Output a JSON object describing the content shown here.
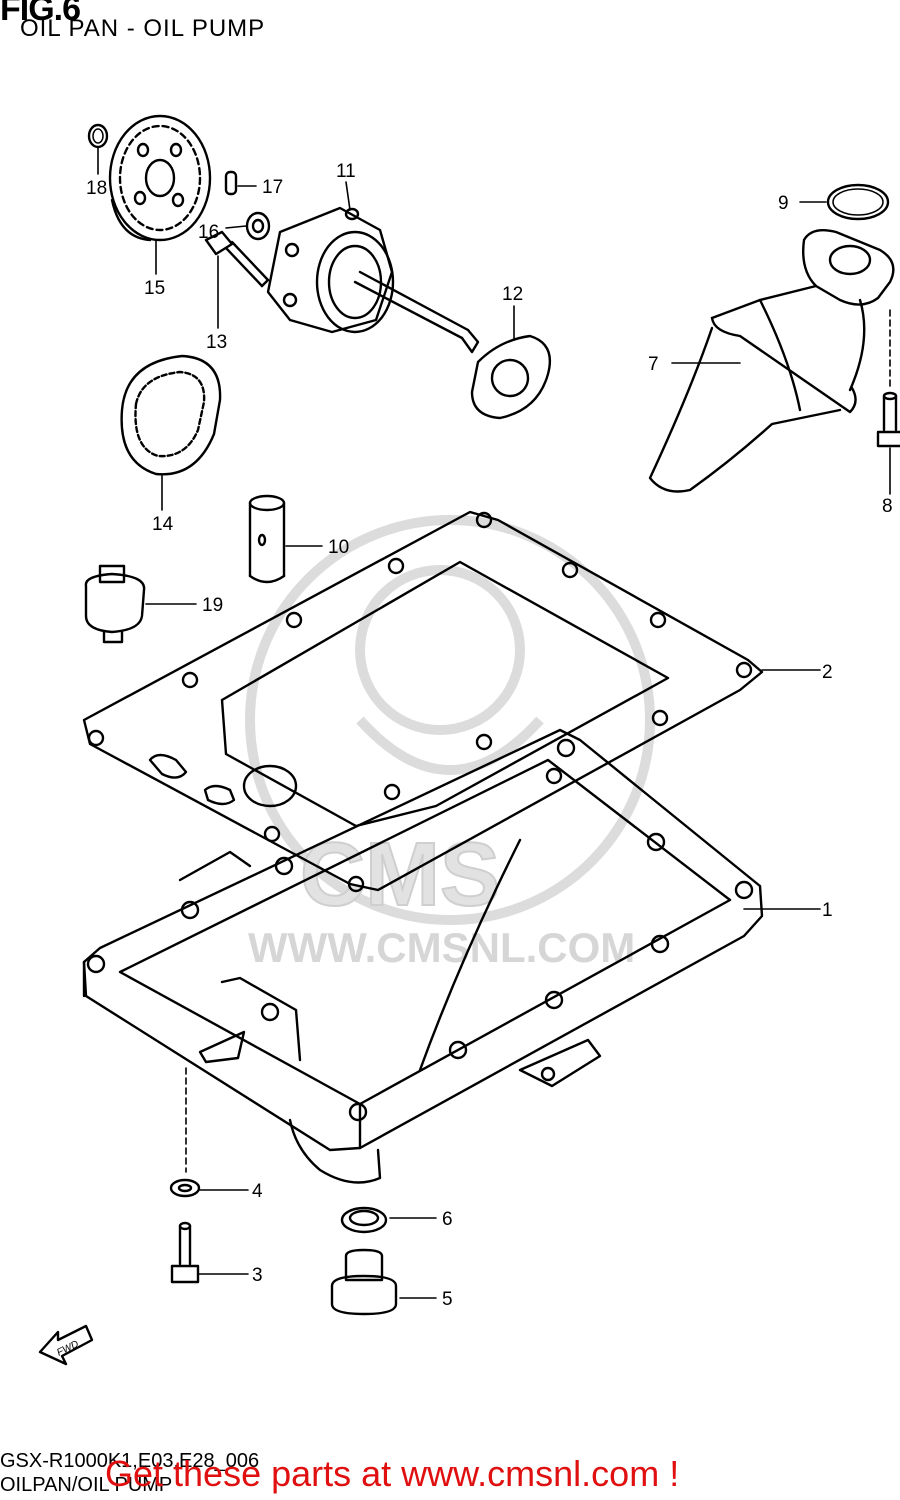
{
  "figure": {
    "title": "FIG.6",
    "subtitle": "OIL PAN - OIL PUMP"
  },
  "watermark": {
    "brand": "CMS",
    "url": "WWW.CMSNL.COM",
    "color": "#dcdcdc"
  },
  "arrow": {
    "label": "FWD"
  },
  "parts": [
    {
      "num": "1"
    },
    {
      "num": "2"
    },
    {
      "num": "3"
    },
    {
      "num": "4"
    },
    {
      "num": "5"
    },
    {
      "num": "6"
    },
    {
      "num": "7"
    },
    {
      "num": "8"
    },
    {
      "num": "9"
    },
    {
      "num": "10"
    },
    {
      "num": "11"
    },
    {
      "num": "12"
    },
    {
      "num": "13"
    },
    {
      "num": "14"
    },
    {
      "num": "15"
    },
    {
      "num": "16"
    },
    {
      "num": "17"
    },
    {
      "num": "18"
    },
    {
      "num": "19"
    }
  ],
  "footer": {
    "model_code": "GSX-R1000K1,E03,E28_006",
    "diagram_name": "OILPAN/OIL PUMP",
    "cta": "Get these parts at www.cmsnl.com !",
    "cta_color": "#e01010"
  }
}
